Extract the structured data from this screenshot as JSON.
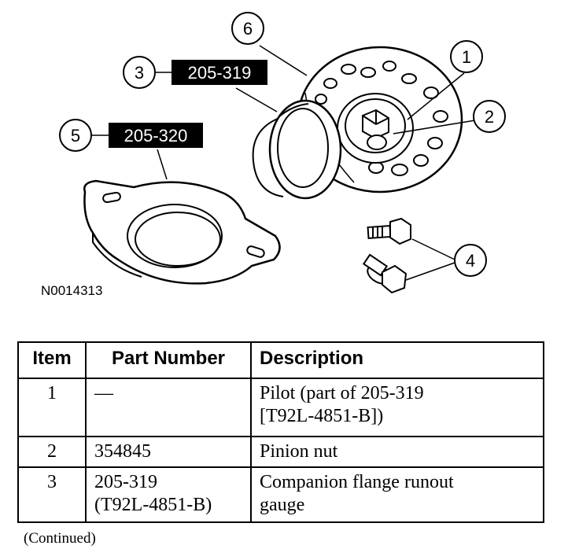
{
  "figure": {
    "id": "N0014313",
    "callouts": [
      "1",
      "2",
      "3",
      "4",
      "5",
      "6"
    ],
    "tool_labels": {
      "item3": "205-319",
      "item5": "205-320"
    }
  },
  "table": {
    "headers": [
      "Item",
      "Part Number",
      "Description"
    ],
    "rows": [
      {
        "item": "1",
        "part": "—",
        "description": "Pilot (part of 205-319\n[T92L-4851-B])"
      },
      {
        "item": "2",
        "part": "354845",
        "description": "Pinion nut"
      },
      {
        "item": "3",
        "part": "205-319\n(T92L-4851-B)",
        "description": "Companion flange runout\ngauge"
      }
    ]
  },
  "footer": {
    "continued": "(Continued)"
  }
}
